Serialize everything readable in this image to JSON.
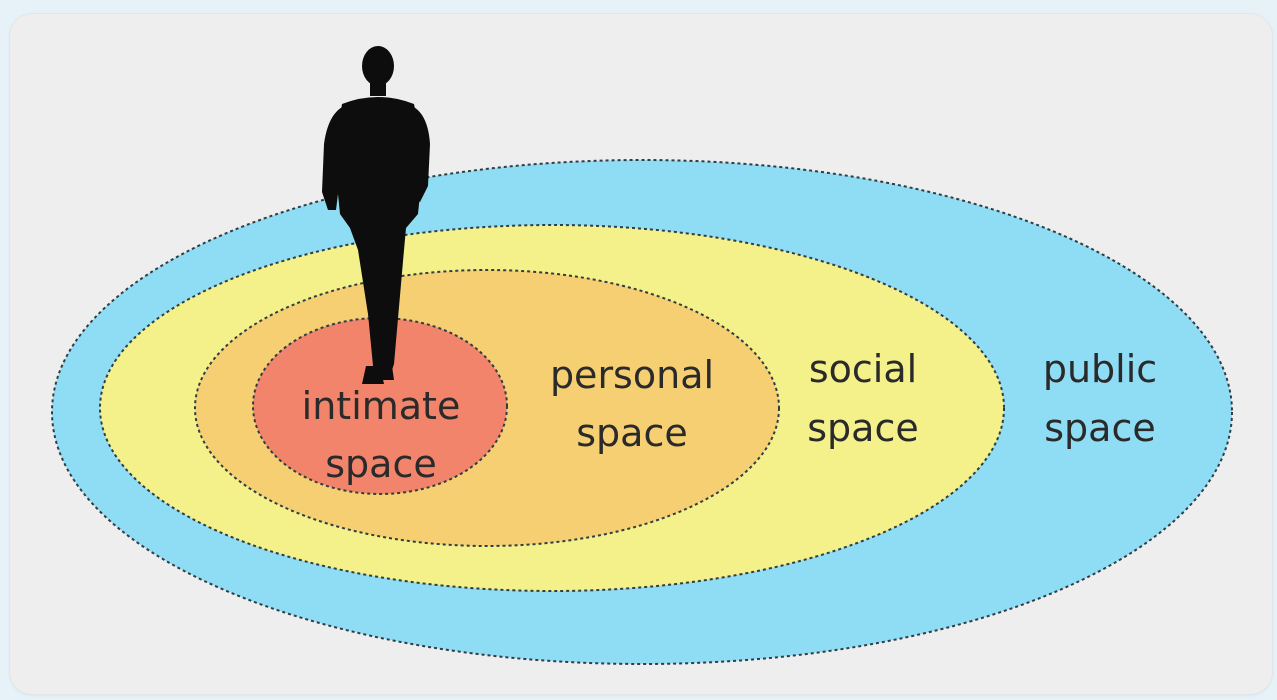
{
  "diagram": {
    "zones": [
      {
        "id": "public",
        "line1": "public",
        "line2": "space",
        "color": "#8fdcf5"
      },
      {
        "id": "social",
        "line1": "social",
        "line2": "space",
        "color": "#f4f08a"
      },
      {
        "id": "personal",
        "line1": "personal",
        "line2": "space",
        "color": "#f6cf72"
      },
      {
        "id": "intimate",
        "line1": "intimate",
        "line2": "space",
        "color": "#f1846a"
      }
    ],
    "background_color": "#eeeeee",
    "figure_icon": "standing-person-silhouette-icon"
  }
}
